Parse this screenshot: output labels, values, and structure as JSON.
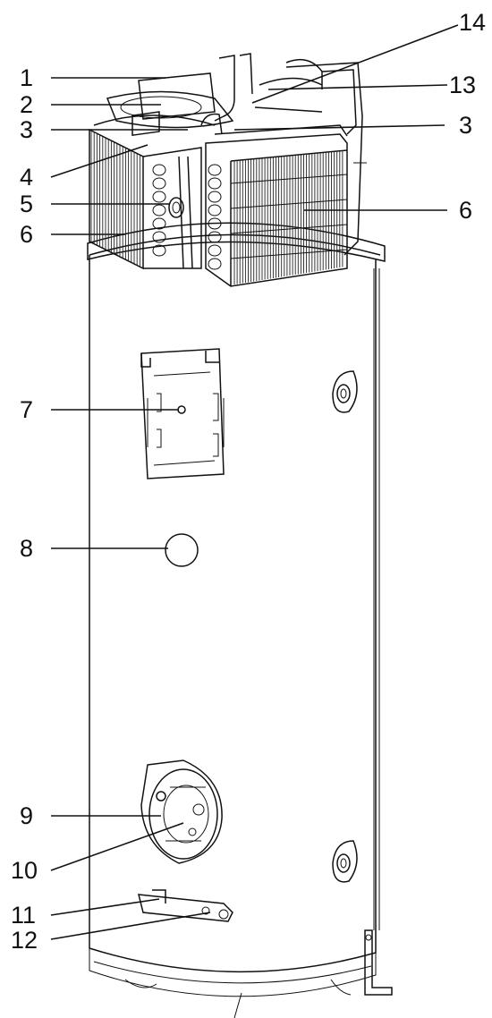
{
  "callouts": {
    "c1": "1",
    "c2": "2",
    "c3a": "3",
    "c3b": "3",
    "c4": "4",
    "c5": "5",
    "c6a": "6",
    "c6b": "6",
    "c7": "7",
    "c8": "8",
    "c9": "9",
    "c10": "10",
    "c11": "11",
    "c12": "12",
    "c13": "13",
    "c14": "14"
  },
  "colors": {
    "line": "#111111",
    "background": "#ffffff"
  }
}
